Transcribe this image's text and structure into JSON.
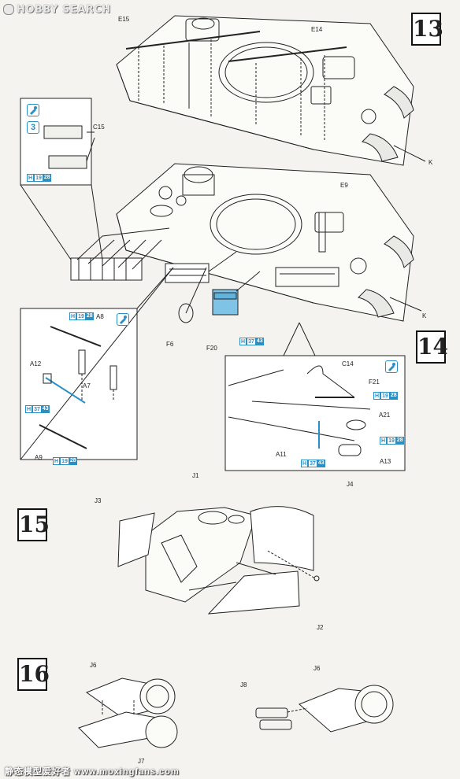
{
  "header": {
    "brand": "HOBBY SEARCH"
  },
  "steps": {
    "s13": "13",
    "s14": "14",
    "s15": "15",
    "s16": "16"
  },
  "parts": {
    "E15": "E15",
    "E14": "E14",
    "K1": "K",
    "C15": "C15",
    "E9": "E9",
    "K2": "K",
    "F6": "F6",
    "F20": "F20",
    "A8": "A8",
    "A12": "A12",
    "A7": "A7",
    "A9": "A9",
    "C14": "C14",
    "F21": "F21",
    "A21": "A21",
    "A11": "A11",
    "A13": "A13",
    "J1": "J1",
    "J3": "J3",
    "J4": "J4",
    "J2": "J2",
    "J6a": "J6",
    "J6b": "J6",
    "J8": "J8",
    "J7": "J7"
  },
  "paint": {
    "h19_a": {
      "code": "H",
      "num": "19",
      "num2": "28"
    },
    "h37_a": {
      "code": "H",
      "num": "37",
      "num2": "43"
    },
    "h19_b": {
      "code": "H",
      "num": "19",
      "num2": "28"
    },
    "h37_b": {
      "code": "H",
      "num": "37",
      "num2": "43"
    },
    "h19_c": {
      "code": "H",
      "num": "19",
      "num2": "28"
    },
    "h19_d": {
      "code": "H",
      "num": "19",
      "num2": "28"
    },
    "h19_e": {
      "code": "H",
      "num": "19",
      "num2": "28"
    },
    "h37_c": {
      "code": "H",
      "num": "37",
      "num2": "43"
    }
  },
  "count_badge": "3",
  "icons": [
    "glue-icon"
  ],
  "watermark": "静态模型爱好者 www.moxingfans.com",
  "colors": {
    "accent": "#2a8fc4",
    "paper": "#f4f3ef",
    "line": "#222222",
    "part_fill": "#7fc3e6"
  }
}
